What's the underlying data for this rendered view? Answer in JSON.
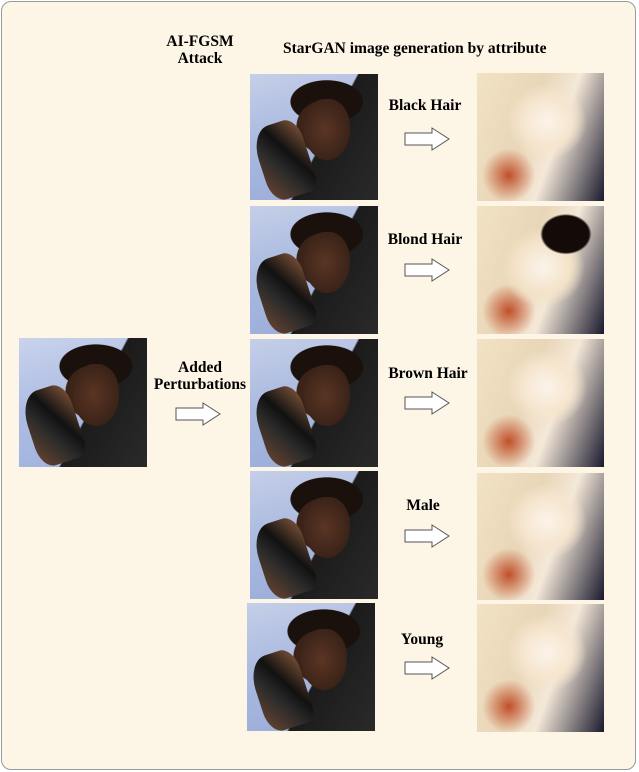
{
  "headers": {
    "attack_line1": "AI-FGSM",
    "attack_line2": "Attack",
    "generation": "StarGAN image generation by attribute"
  },
  "added_perturbations": {
    "line1": "Added",
    "line2": "Perturbations"
  },
  "attributes": [
    {
      "label": "Black Hair"
    },
    {
      "label": "Blond Hair"
    },
    {
      "label": "Brown Hair"
    },
    {
      "label": "Male"
    },
    {
      "label": "Young"
    }
  ]
}
